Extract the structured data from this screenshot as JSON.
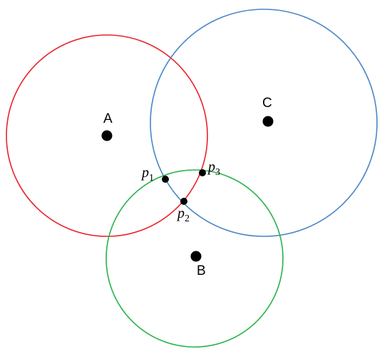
{
  "colors": {
    "circle_a": "#e8232a",
    "circle_b": "#27b34a",
    "circle_c": "#4a86c6",
    "points": "#000000",
    "background": "#ffffff"
  },
  "labels": {
    "a": "A",
    "b": "B",
    "c": "C",
    "p1_base": "p",
    "p1_sub": "1",
    "p2_base": "p",
    "p2_sub": "2",
    "p3_base": "p",
    "p3_sub": "3"
  }
}
